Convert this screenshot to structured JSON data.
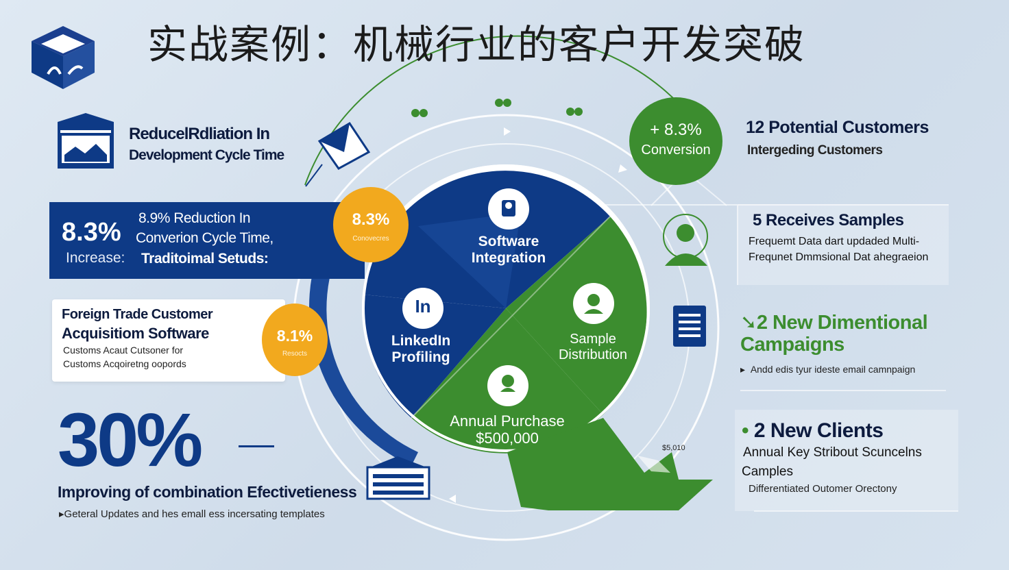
{
  "title": "实战案例：机械行业的客户开发突破",
  "left_blocks": {
    "reduction": {
      "title": "ReducelRdliation In",
      "subtitle": "Development Cycle Time"
    },
    "banner": {
      "value": "8.3%",
      "increase": "Increase:",
      "line1": "8.9% Reduction In",
      "line2": "Converion Cycle Time,",
      "line3": "Traditoimal Setuds:"
    },
    "card": {
      "title1": "Foreign Trade Customer",
      "title2": "Acquisitiom Software",
      "sub1": "Customs Acaut Cutsoner for",
      "sub2": "Customs Acqoiretng oopords"
    },
    "stat": {
      "value": "30%",
      "label": "Improving of combination Efectivetieness",
      "note": "Geteral Updates and hes emall ess incersating templates"
    }
  },
  "badges": {
    "orange1": {
      "value": "8.3%",
      "label": "Conovecres"
    },
    "orange2": {
      "value": "8.1%",
      "label": "Resocts"
    },
    "green": {
      "value": "+ 8.3%",
      "label": "Conversion"
    }
  },
  "wheel": {
    "software": "Software Integration",
    "linkedin": "LinkedIn Profiling",
    "linkedin_icon": "In",
    "sample": "Sample Distribution",
    "annual_line1": "Annual Purchase",
    "annual_line2": "$500,000"
  },
  "right_blocks": {
    "potential": {
      "title": "12 Potential Customers",
      "subtitle": "Intergeding Customers"
    },
    "samples": {
      "title": "5 Receives Samples",
      "line1": "Frequemt Data dart updaded Multi-",
      "line2": "Frequnet Dmmsional Dat ahegraeion"
    },
    "campaigns": {
      "title_line1": "2 New Dimentional",
      "title_line2": "Campaigns",
      "note": "Andd edis tyur ideste email camnpaign"
    },
    "clients": {
      "title": "2 New Clients",
      "line1": "Annual Key Stribout Scuncelns",
      "line2": "Camples",
      "line3": "Differentiated Outomer Orectony"
    }
  },
  "chart_price_label": "$5,010",
  "colors": {
    "navy": "#0e3a86",
    "green": "#3c8d2f",
    "orange": "#f2a91e",
    "background": "#d6e2ee"
  },
  "icons": [
    "cube-logo-icon",
    "factory-icon",
    "envelope-icon",
    "user-badge-icon",
    "user-circle-icon",
    "pin-icon",
    "linkedin-icon",
    "person-icon",
    "document-icon",
    "building-icon",
    "growth-arrow-icon"
  ]
}
